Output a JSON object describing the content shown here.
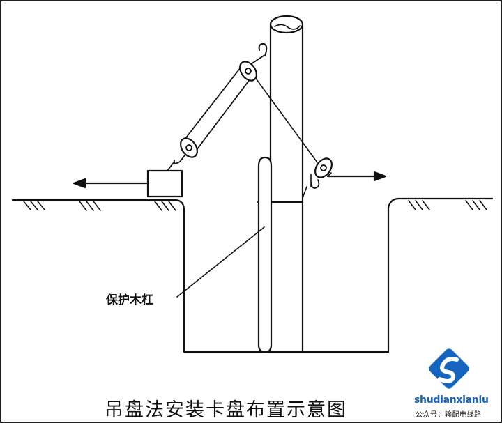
{
  "labels": {
    "guard_bar": "保护木杠",
    "caption": "吊盘法安装卡盘布置示意图"
  },
  "watermark": {
    "name": "shudianxianlu",
    "account": "公众号：输配电线路",
    "logo_icon": "diamond-s-logo-icon",
    "color": "#1565c0"
  }
}
